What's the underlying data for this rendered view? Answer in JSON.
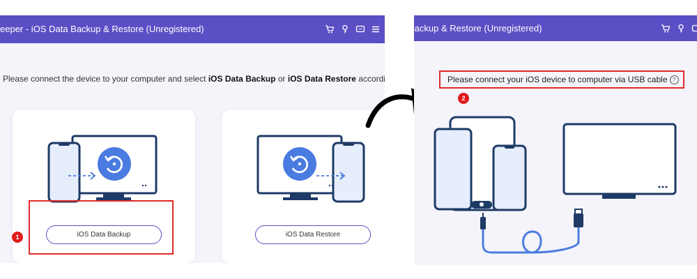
{
  "left_window": {
    "title": "eeper - iOS Data Backup & Restore (Unregistered)",
    "instruction": {
      "prefix": "Please connect the device to your computer and select ",
      "backup_bold": "iOS Data Backup",
      "middle": " or ",
      "restore_bold": "iOS Data Restore",
      "suffix": " accordingly"
    },
    "backup_button": "iOS Data Backup",
    "restore_button": "iOS Data Restore",
    "step_badge": "1"
  },
  "right_window": {
    "title": "Backup & Restore (Unregistered)",
    "usb_prompt": "Please connect your iOS device to computer via USB cable",
    "help_glyph": "?",
    "step_badge": "2"
  },
  "colors": {
    "titlebar": "#5a4fc4",
    "accent_blue": "#4a7be0",
    "device_navy": "#1e3a66",
    "highlight_red": "#e02a2a"
  },
  "icons": [
    "cart-icon",
    "key-icon",
    "feedback-icon",
    "menu-icon",
    "restore-circle-icon",
    "arrow-right-icon",
    "help-icon"
  ]
}
